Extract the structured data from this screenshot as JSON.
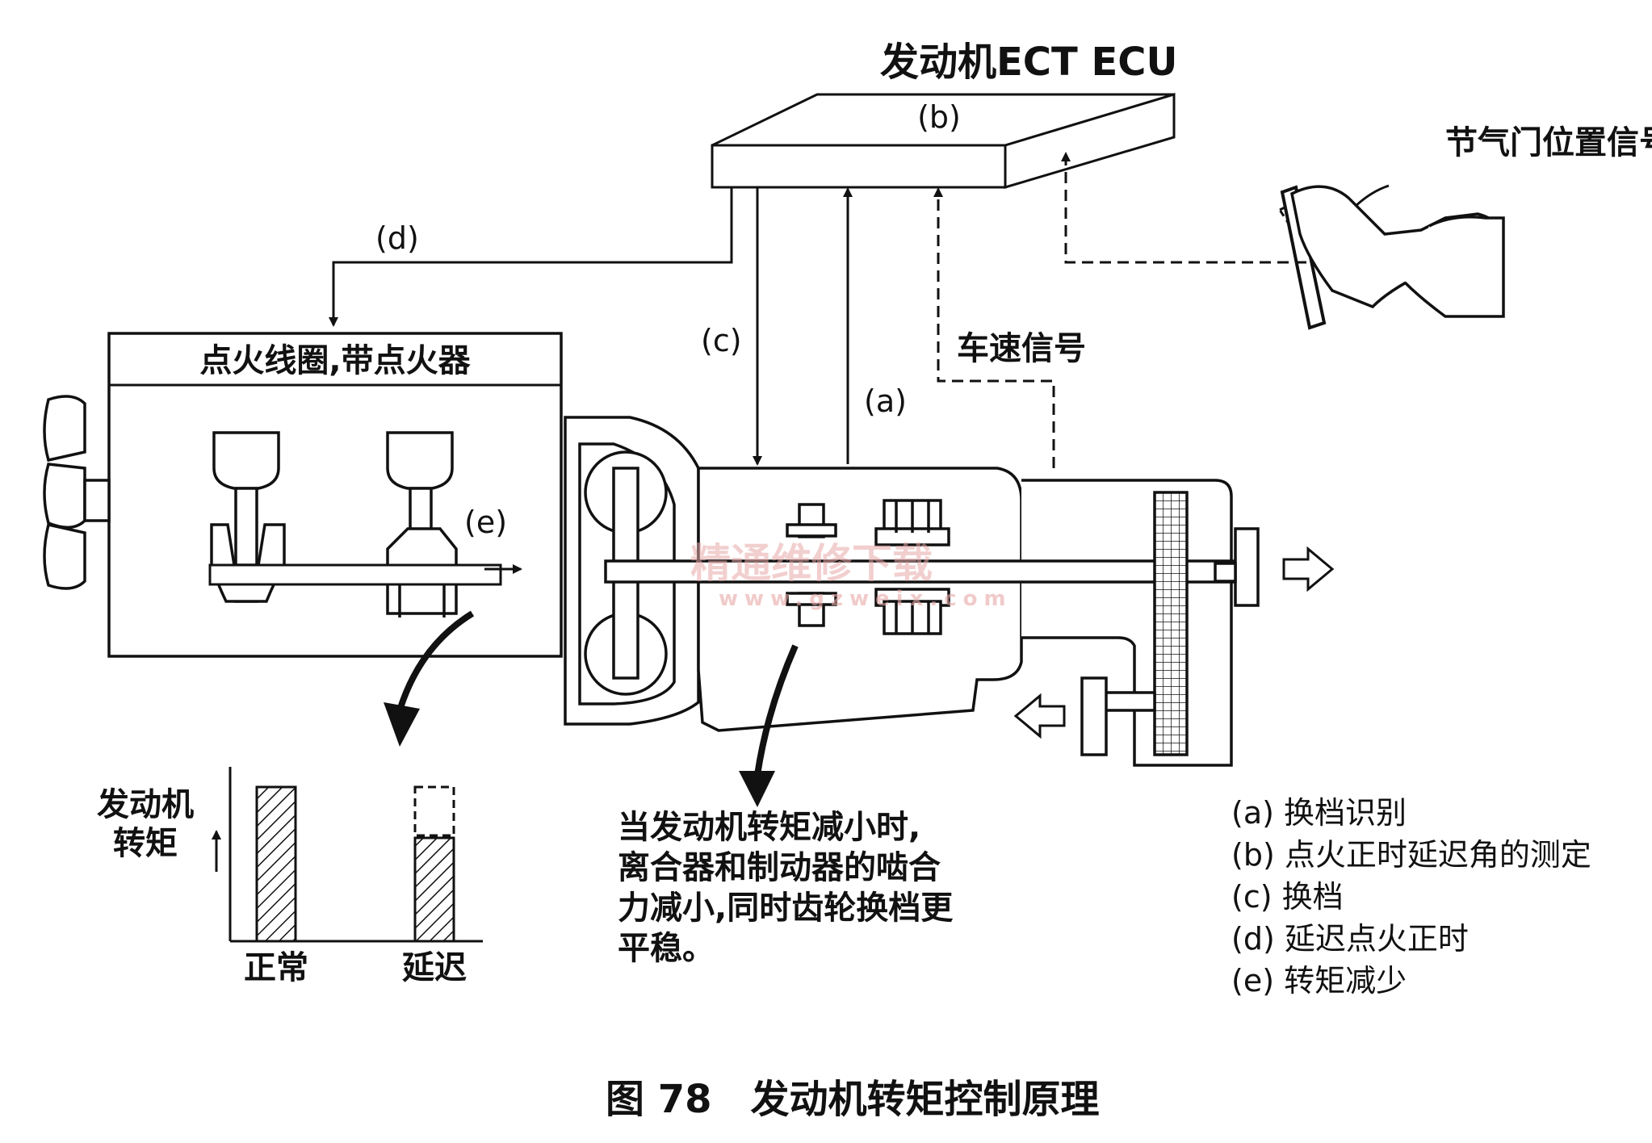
{
  "ecu_title": "发动机ECT ECU",
  "throttle_signal": "节气门位置信号",
  "vehicle_speed_signal": "车速信号",
  "ignition_box_label": "点火线圈,带点火器",
  "markers": {
    "a": "(a)",
    "b": "(b)",
    "c": "(c)",
    "d": "(d)",
    "e": "(e)"
  },
  "torque_chart": {
    "ylabel_line1": "发动机",
    "ylabel_line2": "转矩",
    "normal_label": "正常",
    "delayed_label": "延迟"
  },
  "explanation": [
    "当发动机转矩减小时,",
    "离合器和制动器的啮合",
    "力减小,同时齿轮换档更",
    "平稳。"
  ],
  "legend": [
    "(a) 换档识别",
    "(b) 点火正时延迟角的测定",
    "(c) 换档",
    "(d) 延迟点火正时",
    "(e) 转矩减少"
  ],
  "caption": "图 78　发动机转矩控制原理",
  "watermark": {
    "title": "精通维修下载",
    "url": "www.gzweix.com"
  }
}
